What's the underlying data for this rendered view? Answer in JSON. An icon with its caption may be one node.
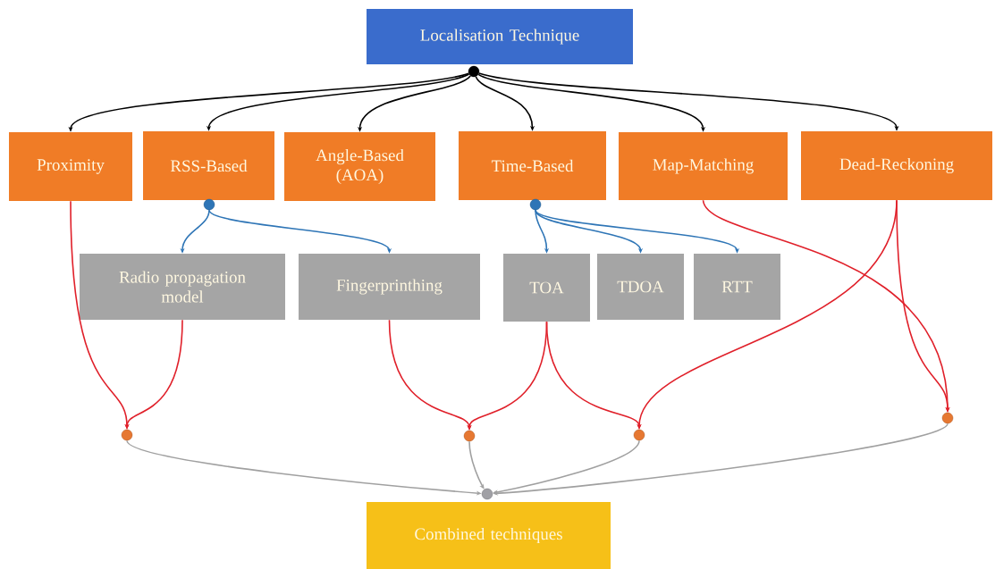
{
  "diagram": {
    "nodes": [
      {
        "text": [
          "Localisation Technique"
        ]
      },
      {
        "text": [
          "Proximity"
        ]
      },
      {
        "text": [
          "RSS-Based"
        ]
      },
      {
        "text": [
          "Angle-Based (AOA)"
        ]
      },
      {
        "text": [
          "Time-Based"
        ]
      },
      {
        "text": [
          "Map-Matching"
        ]
      },
      {
        "text": [
          "Dead-Reckoning"
        ]
      },
      {
        "text": [
          "Radio propagation model"
        ]
      },
      {
        "text": [
          "Fingerprinthing"
        ]
      },
      {
        "text": [
          "TOA"
        ]
      },
      {
        "text": [
          "TDOA"
        ]
      },
      {
        "text": [
          "RTT"
        ]
      },
      {
        "text": [
          "Combined techniques"
        ]
      },
      {
        "text": [],
        "shape": "circle"
      },
      {
        "text": [],
        "shape": "circle"
      },
      {
        "text": [],
        "shape": "circle"
      },
      {
        "text": [],
        "shape": "circle"
      },
      {
        "text": [],
        "shape": "circle"
      },
      {
        "text": [],
        "shape": "circle"
      },
      {
        "text": [],
        "shape": "circle"
      },
      {
        "text": [],
        "shape": "circle"
      }
    ],
    "edges": [
      {
        "from": 13,
        "to": 1,
        "arrow": "to",
        "color": "#000000"
      },
      {
        "from": 13,
        "to": 2,
        "arrow": "to",
        "color": "#000000"
      },
      {
        "from": 13,
        "to": 3,
        "arrow": "to",
        "color": "#000000"
      },
      {
        "from": 13,
        "to": 4,
        "arrow": "to",
        "color": "#000000"
      },
      {
        "from": 13,
        "to": 5,
        "arrow": "to",
        "color": "#000000"
      },
      {
        "from": 13,
        "to": 6,
        "arrow": "to",
        "color": "#000000"
      },
      {
        "from": 14,
        "to": 7,
        "arrow": "to",
        "color": "#2e75b6"
      },
      {
        "from": 14,
        "to": 8,
        "arrow": "to",
        "color": "#2e75b6"
      },
      {
        "from": 15,
        "to": 9,
        "arrow": "to",
        "color": "#2e75b6"
      },
      {
        "from": 15,
        "to": 10,
        "arrow": "to",
        "color": "#2e75b6"
      },
      {
        "from": 15,
        "to": 11,
        "arrow": "to",
        "color": "#2e75b6"
      },
      {
        "from": 1,
        "to": 16,
        "arrow": "to"
      },
      {
        "from": 7,
        "to": 16,
        "arrow": "to"
      },
      {
        "from": 8,
        "to": 17,
        "arrow": "to"
      },
      {
        "from": 9,
        "to": 17,
        "arrow": "to"
      },
      {
        "from": 9,
        "to": 18,
        "arrow": "to"
      },
      {
        "from": 6,
        "to": 18,
        "arrow": "to"
      },
      {
        "from": 5,
        "to": 19,
        "arrow": "to"
      },
      {
        "from": 6,
        "to": 19,
        "arrow": "to"
      },
      {
        "from": 16,
        "to": 20,
        "arrow": "to",
        "color": "#a0a0a0"
      },
      {
        "from": 17,
        "to": 20,
        "arrow": "to",
        "color": "#a0a0a0"
      },
      {
        "from": 18,
        "to": 20,
        "arrow": "to",
        "color": "#a0a0a0"
      },
      {
        "from": 19,
        "to": 20,
        "arrow": "to",
        "color": "#a0a0a0"
      }
    ]
  }
}
